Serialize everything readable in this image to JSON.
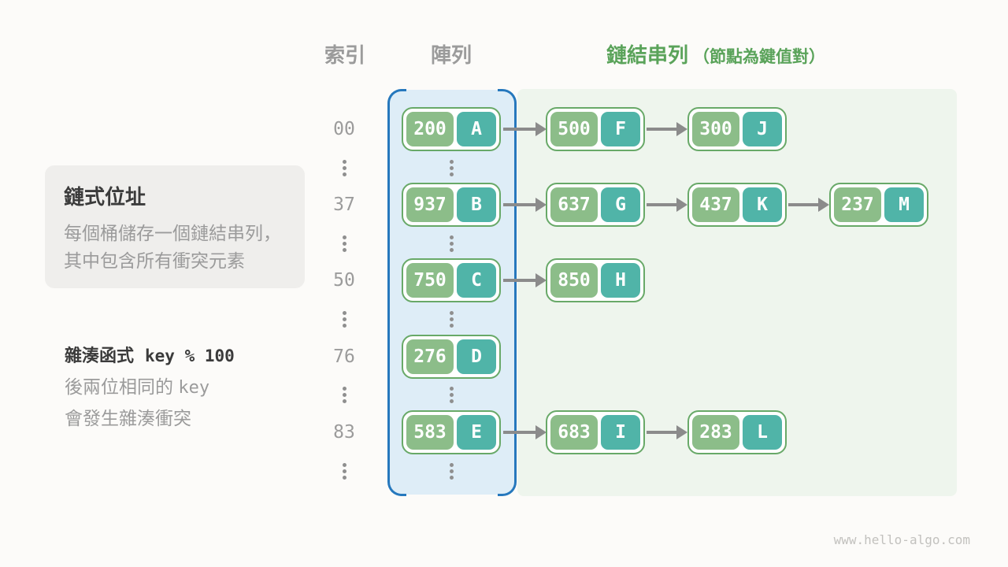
{
  "colors": {
    "bg": "#fcfbf9",
    "gray-text": "#9b9b9b",
    "dark-text": "#3b3b3b",
    "green-head": "#5aa35a",
    "node-border": "#68a968",
    "key-green": "#8cbd89",
    "val-teal": "#50b4a8",
    "arrow": "#8b8b8b",
    "blue-border": "#2678bd",
    "blue-fill": "#deedf7",
    "green-fill": "#eef5ed",
    "box-fill": "#efeeec",
    "dots": "#8f8f8f",
    "watermark": "#c2c1be"
  },
  "headers": {
    "index": "索引",
    "array": "陣列",
    "linked_list": "鏈結串列",
    "linked_list_note": "（節點為鍵值對）"
  },
  "callout": {
    "title": "鏈式位址",
    "line1": "每個桶儲存一個鏈結串列，",
    "line2": "其中包含所有衝突元素"
  },
  "hash_note": {
    "label": "雜湊函式",
    "formula": "key % 100",
    "line1_prefix": "後兩位相同的",
    "line1_code": "key",
    "line2": "會發生雜湊衝突"
  },
  "rows": [
    {
      "index": "00",
      "bucket": {
        "key": "200",
        "value": "A"
      },
      "chain": [
        {
          "key": "500",
          "value": "F"
        },
        {
          "key": "300",
          "value": "J"
        }
      ]
    },
    {
      "index": "37",
      "bucket": {
        "key": "937",
        "value": "B"
      },
      "chain": [
        {
          "key": "637",
          "value": "G"
        },
        {
          "key": "437",
          "value": "K"
        },
        {
          "key": "237",
          "value": "M"
        }
      ]
    },
    {
      "index": "50",
      "bucket": {
        "key": "750",
        "value": "C"
      },
      "chain": [
        {
          "key": "850",
          "value": "H"
        }
      ]
    },
    {
      "index": "76",
      "bucket": {
        "key": "276",
        "value": "D"
      },
      "chain": []
    },
    {
      "index": "83",
      "bucket": {
        "key": "583",
        "value": "E"
      },
      "chain": [
        {
          "key": "683",
          "value": "I"
        },
        {
          "key": "283",
          "value": "L"
        }
      ]
    }
  ],
  "watermark": "www.hello-algo.com"
}
